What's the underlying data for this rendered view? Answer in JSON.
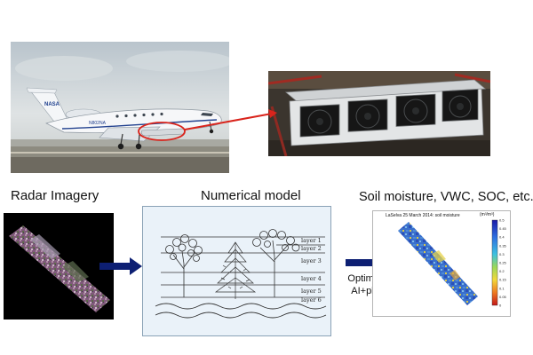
{
  "labels": {
    "radar": "Radar Imagery",
    "model": "Numerical model",
    "soil": "Soil moisture, VWC, SOC, etc."
  },
  "optimization": {
    "line1": "Optimization",
    "line2": "AI+physics"
  },
  "model_layers": [
    "layer 1",
    "layer 2",
    "layer 3",
    "layer 4",
    "layer 5",
    "layer 6"
  ],
  "soil_map": {
    "title": "LaSelva 25 March 2014: soil moisture",
    "units": "(m³/m³)",
    "colorbar_ticks": [
      "0.5",
      "0.45",
      "0.4",
      "0.35",
      "0.3",
      "0.25",
      "0.2",
      "0.15",
      "0.1",
      "0.05",
      "0"
    ]
  },
  "aircraft": {
    "tail_text": "NASA",
    "reg_text": "N802NA"
  },
  "colors": {
    "arrow_blue": "#0d1f73",
    "highlight_red": "#d9241c",
    "model_bg": "#eaf2f9"
  }
}
